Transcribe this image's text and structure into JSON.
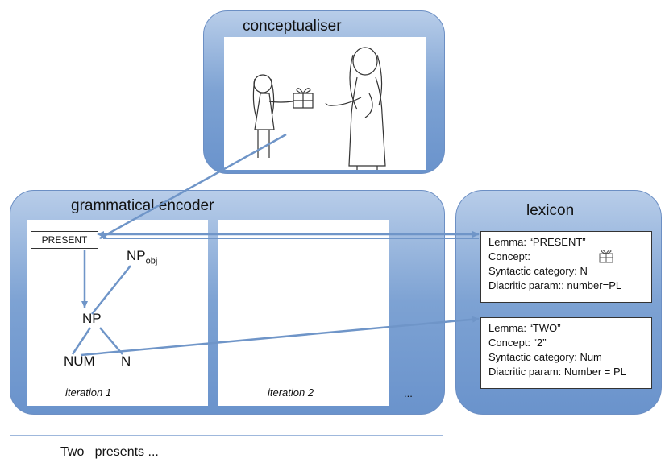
{
  "conceptualiser": {
    "title": "conceptualiser"
  },
  "encoder": {
    "title": "grammatical encoder",
    "present_box": "PRESENT",
    "nodes": {
      "np_obj": "NP",
      "np_obj_sub": "obj",
      "np": "NP",
      "num": "NUM",
      "n": "N"
    },
    "iteration1": "iteration 1",
    "iteration2": "iteration 2",
    "ellipsis": "..."
  },
  "lexicon": {
    "title": "lexicon",
    "entry1": {
      "lemma": "Lemma: “PRESENT”",
      "concept": "Concept:",
      "syntactic": "Syntactic category: N",
      "diacritic": "Diacritic param:: number=PL"
    },
    "entry2": {
      "lemma": "Lemma: “TWO”",
      "concept": "Concept:   “2”",
      "syntactic": "Syntactic category: Num",
      "diacritic": "Diacritic param: Number = PL"
    }
  },
  "output": {
    "text": "Two   presents ..."
  },
  "colors": {
    "arrow": "#6f95c8",
    "panel": "#7da2d3"
  }
}
